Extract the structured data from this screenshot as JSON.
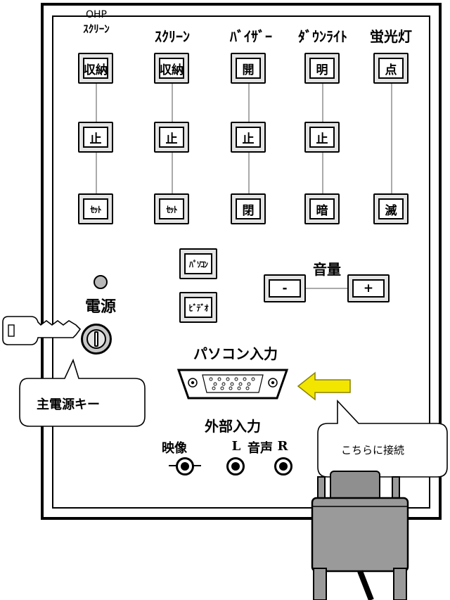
{
  "columns": [
    {
      "header_line1": "OHP",
      "header_line2": "ｽｸﾘｰﾝ",
      "top": "収納",
      "mid": "止",
      "bot": "ｾｯﾄ"
    },
    {
      "header": "ｽｸﾘｰﾝ",
      "top": "収納",
      "mid": "止",
      "bot": "ｾｯﾄ"
    },
    {
      "header": "ﾊﾞｲｻﾞｰ",
      "top": "開",
      "mid": "止",
      "bot": "閉"
    },
    {
      "header": "ﾀﾞｳﾝﾗｲﾄ",
      "top": "明",
      "mid": "止",
      "bot": "暗"
    },
    {
      "header": "蛍光灯",
      "top": "点",
      "bot": "滅"
    }
  ],
  "source": {
    "pc": "ﾊﾟｿｺﾝ",
    "video": "ﾋﾞﾃﾞｵ"
  },
  "volume": {
    "label": "音量",
    "minus": "-",
    "plus": "+"
  },
  "power": {
    "label": "電源",
    "key_callout": "主電源キー"
  },
  "pc_input": {
    "label": "パソコン入力",
    "callout": "こちらに接続"
  },
  "external_input": {
    "label": "外部入力",
    "video": "映像",
    "l": "L",
    "audio": "音声",
    "r": "R"
  },
  "colors": {
    "arrow_fill": "#f2e600",
    "button_bevel": "#e4e4e4",
    "connector": "#9a9a9a"
  }
}
